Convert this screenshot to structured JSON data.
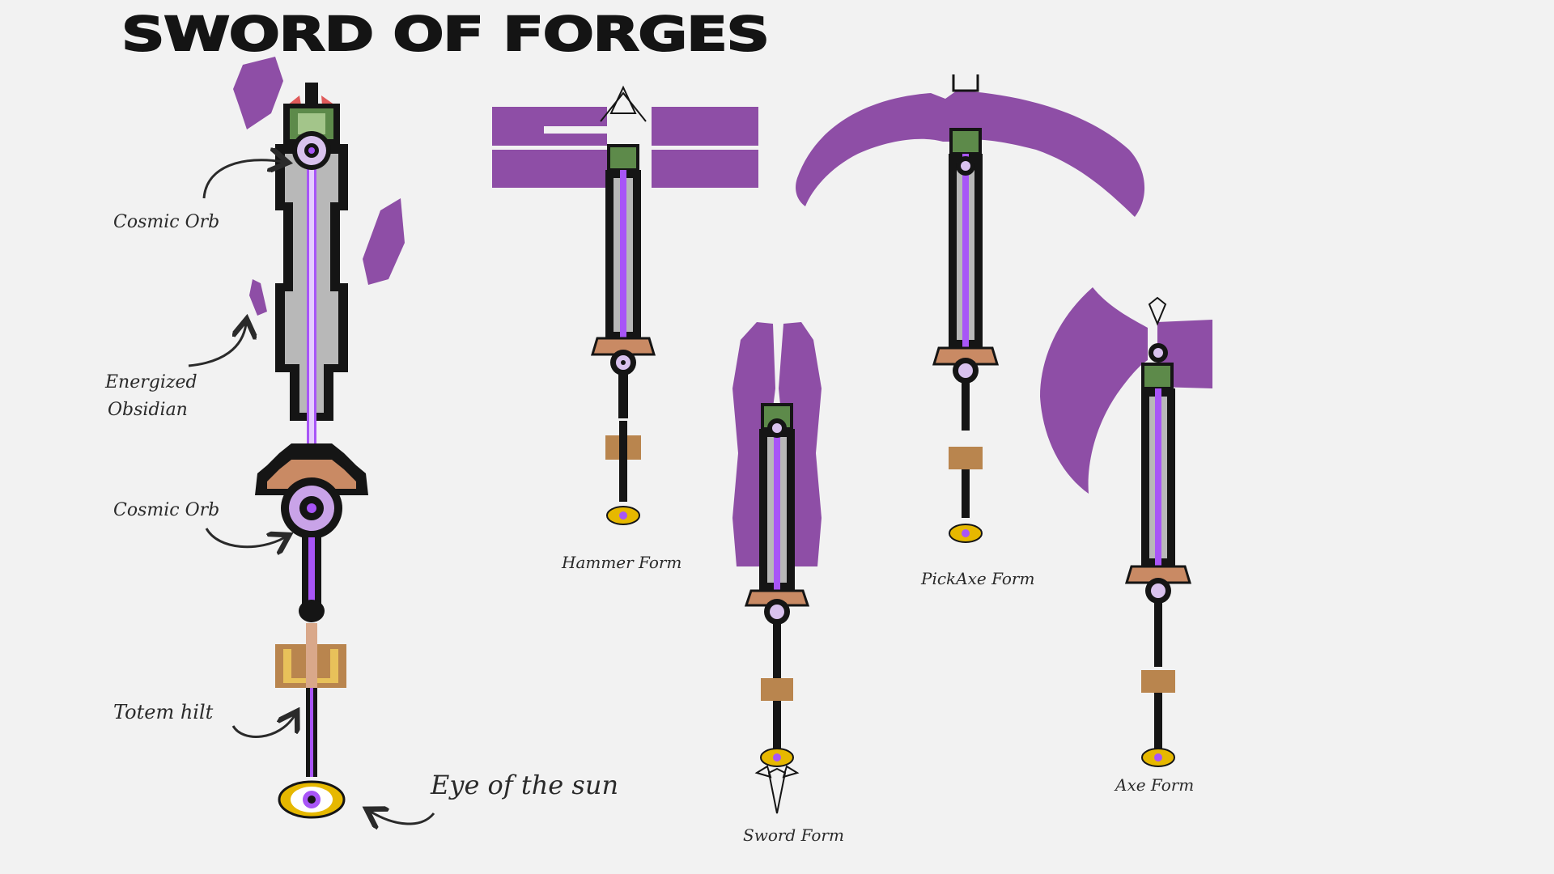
{
  "title": "SWORD OF FORGES",
  "callouts": {
    "cosmic_orb_top": "Cosmic Orb",
    "energized_line1": "Energized",
    "energized_line2": "Obsidian",
    "cosmic_orb_mid": "Cosmic Orb",
    "totem_hilt": "Totem hilt",
    "eye_of_sun": "Eye of the sun"
  },
  "forms": {
    "hammer": "Hammer Form",
    "sword": "Sword Form",
    "pickaxe": "PickAxe Form",
    "axe": "Axe Form"
  },
  "colors": {
    "obsidian": "#151515",
    "steel": "#b8b8b8",
    "energy": "#a855f7",
    "crystal": "#8e4ea6",
    "jade": "#5d8a4a",
    "copper": "#c98a64",
    "gold": "#d4a22a",
    "eye_gold": "#e6b800",
    "ink": "#2a2a2a"
  }
}
